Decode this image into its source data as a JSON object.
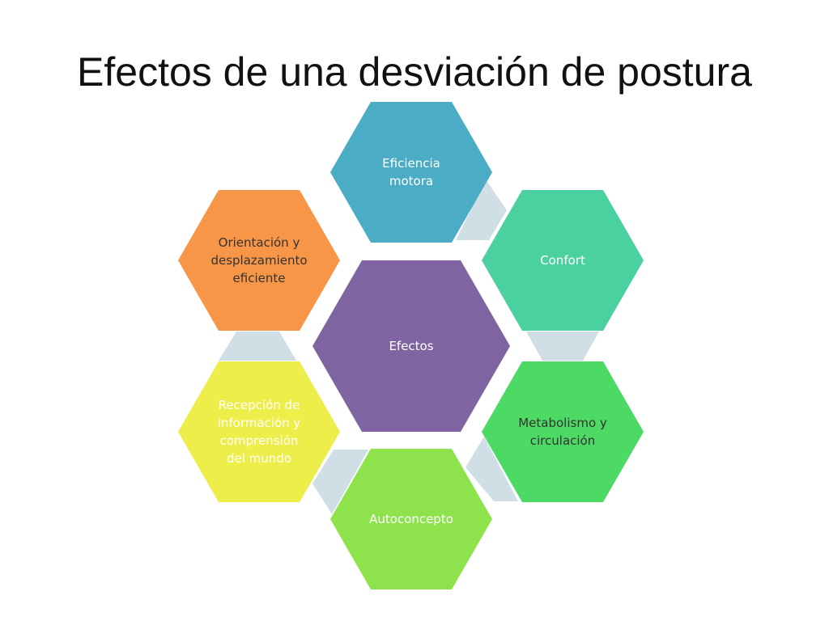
{
  "slide": {
    "title": "Efectos de una desviación de postura"
  },
  "diagram": {
    "center": {
      "lines": [
        "Efectos"
      ],
      "color": "#8064A2",
      "text_color": "#ffffff"
    },
    "nodes": [
      {
        "id": "eficiencia-motora",
        "lines": [
          "Eficiencia",
          "motora"
        ],
        "color": "#4BACC6",
        "text_color": "#ffffff"
      },
      {
        "id": "confort",
        "lines": [
          "Confort"
        ],
        "color": "#4BD0A0",
        "text_color": "#ffffff"
      },
      {
        "id": "metabolismo-circulacion",
        "lines": [
          "Metabolismo y",
          "circulación"
        ],
        "color": "#4CD964",
        "text_color": "#333333"
      },
      {
        "id": "autoconcepto",
        "lines": [
          "Autoconcepto"
        ],
        "color": "#8EE34D",
        "text_color": "#ffffff"
      },
      {
        "id": "recepcion-informacion",
        "lines": [
          "Recepción de",
          "información y",
          "comprensión",
          "del mundo"
        ],
        "color": "#EEEE4A",
        "text_color": "#ffffff"
      },
      {
        "id": "orientacion-desplazamiento",
        "lines": [
          "Orientación y",
          "desplazamiento",
          "eficiente"
        ],
        "color": "#F79646",
        "text_color": "#333333"
      }
    ],
    "connector_color": "#D0DFE6"
  }
}
